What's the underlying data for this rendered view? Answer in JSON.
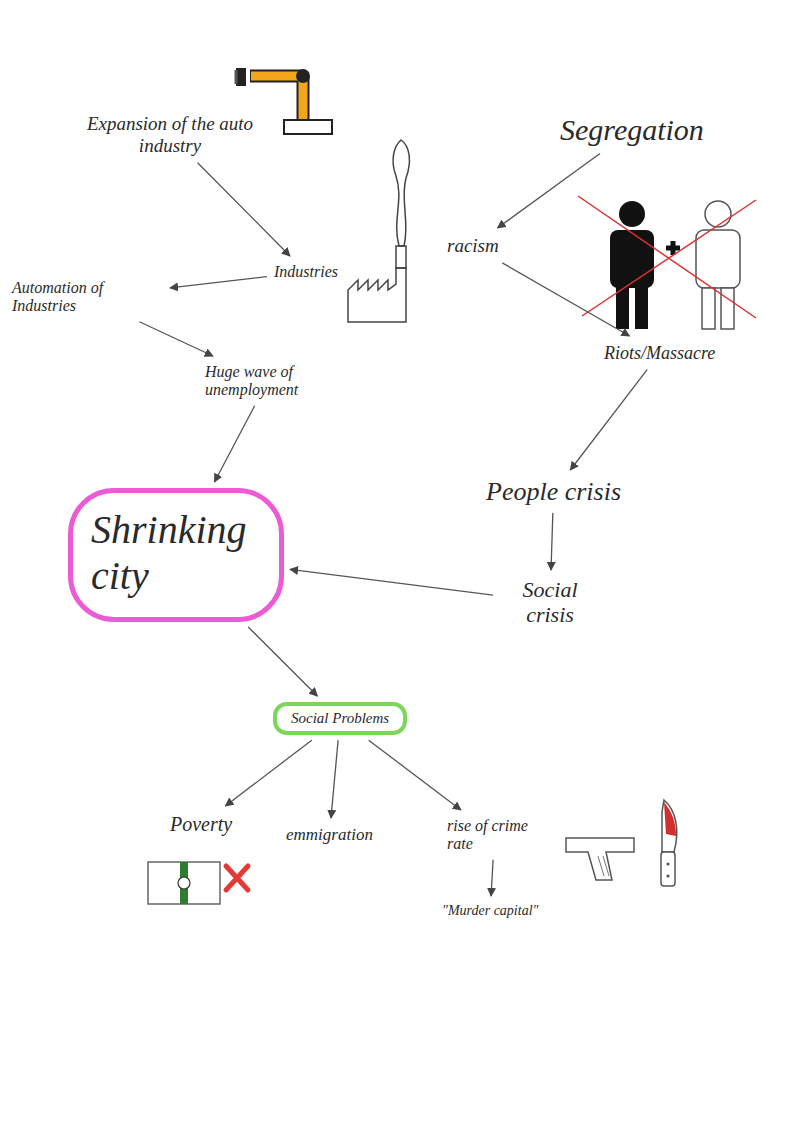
{
  "diagram": {
    "nodes": [
      {
        "text": [
          "Expansion of the auto industry"
        ]
      },
      {
        "text": [
          "Segregation"
        ]
      },
      {
        "text": [
          "Industries"
        ]
      },
      {
        "text": [
          "racism"
        ]
      },
      {
        "text": [
          "Automation of Industries"
        ]
      },
      {
        "text": [
          "Riots/Massacre"
        ]
      },
      {
        "text": [
          "Huge wave of unemployment"
        ]
      },
      {
        "text": [
          "People crisis"
        ]
      },
      {
        "text": [
          "Shrinking city"
        ]
      },
      {
        "text": [
          "Social crisis"
        ]
      },
      {
        "text": [
          "Social Problems"
        ]
      },
      {
        "text": [
          "Poverty"
        ]
      },
      {
        "text": [
          "emmigration"
        ]
      },
      {
        "text": [
          "rise of crime rate"
        ]
      },
      {
        "text": [
          "\"Murder capital\""
        ]
      }
    ],
    "edges": [
      {
        "from": 0,
        "to": 2,
        "arrow": "to"
      },
      {
        "from": 1,
        "to": 3,
        "arrow": "to"
      },
      {
        "from": 2,
        "to": 4,
        "arrow": "to"
      },
      {
        "from": 3,
        "to": 5,
        "arrow": "to"
      },
      {
        "from": 4,
        "to": 6,
        "arrow": "to"
      },
      {
        "from": 6,
        "to": 8,
        "arrow": "to"
      },
      {
        "from": 5,
        "to": 7,
        "arrow": "to"
      },
      {
        "from": 7,
        "to": 9,
        "arrow": "to"
      },
      {
        "from": 9,
        "to": 8,
        "arrow": "to"
      },
      {
        "from": 8,
        "to": 10,
        "arrow": "to"
      },
      {
        "from": 10,
        "to": 11,
        "arrow": "to"
      },
      {
        "from": 10,
        "to": 12,
        "arrow": "to"
      },
      {
        "from": 10,
        "to": 13,
        "arrow": "to"
      },
      {
        "from": 13,
        "to": 14,
        "arrow": "to"
      }
    ]
  }
}
